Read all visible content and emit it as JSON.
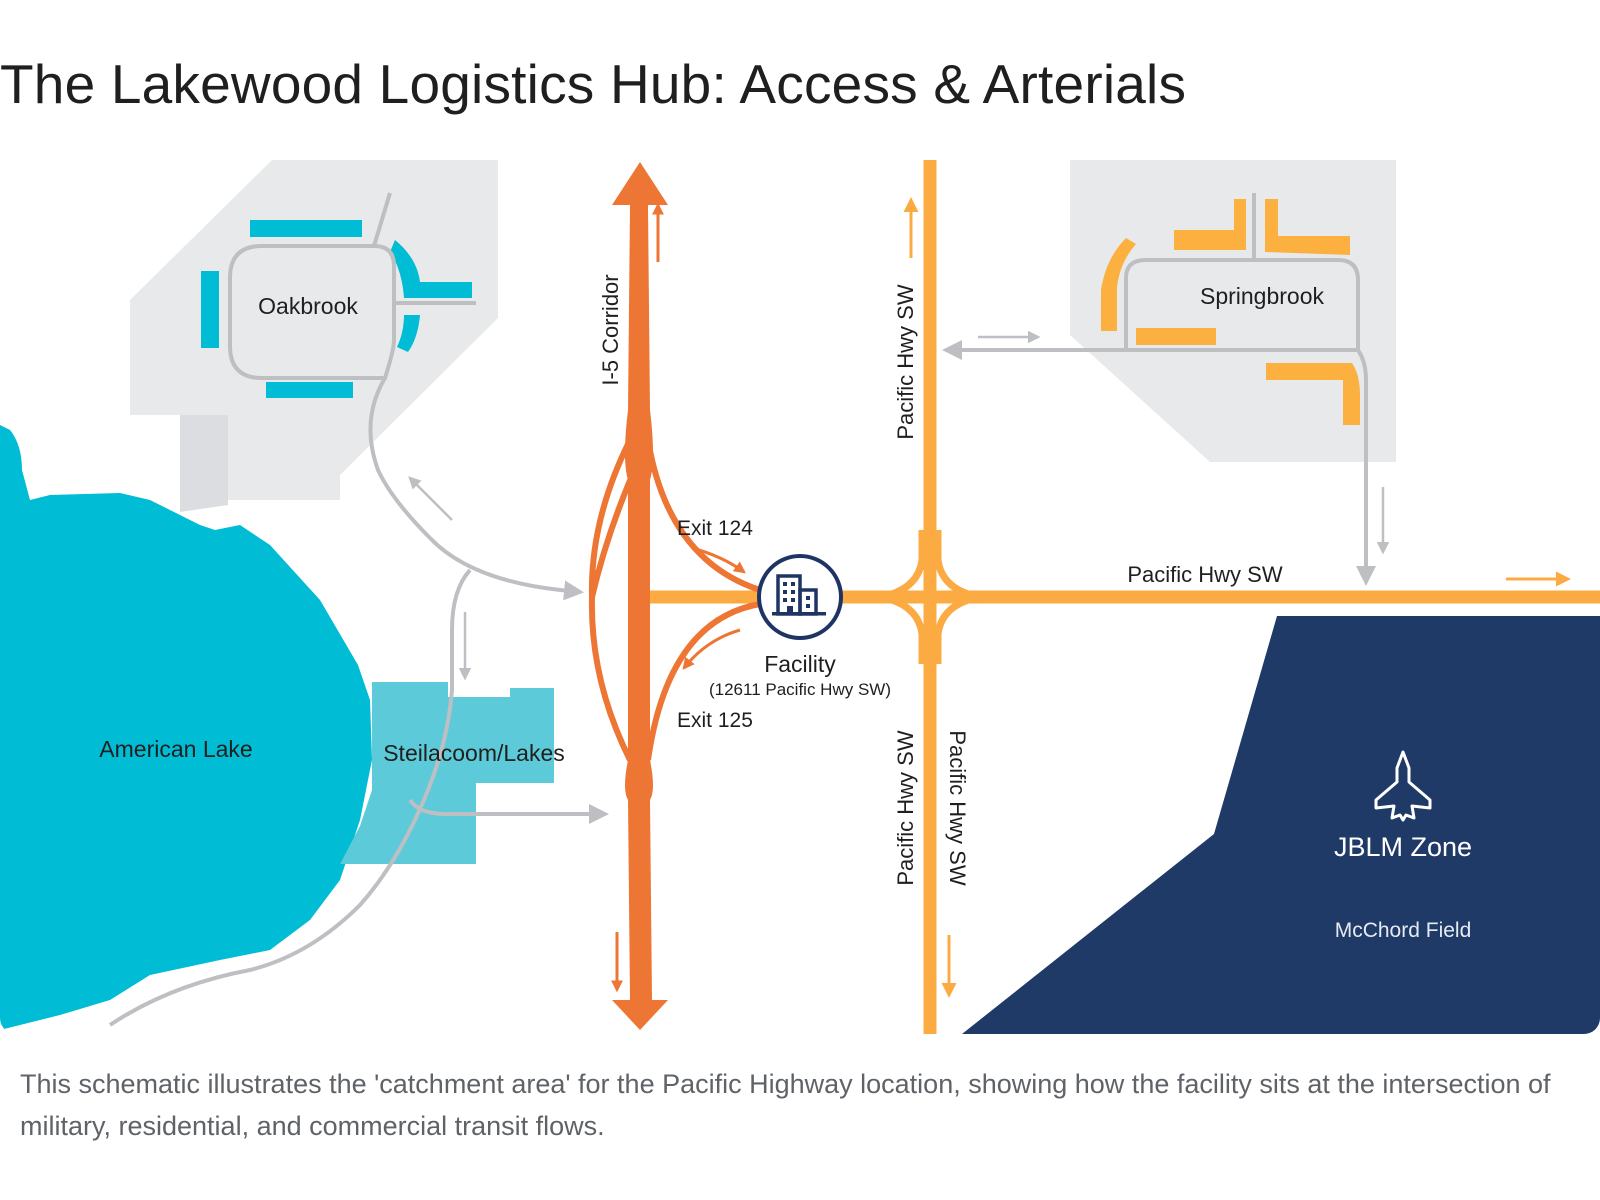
{
  "title": "The Lakewood Logistics Hub: Access & Arterials",
  "colors": {
    "interstate": "#ee7634",
    "arterial": "#fbab42",
    "lake": "#00bcd4",
    "lakes_district": "#5ccad8",
    "residential_zone": "#e8e9ea",
    "oakbrook_buildings": "#00bcd4",
    "springbrook_buildings": "#fbb040",
    "local_road": "#bdbfc3",
    "military_zone": "#1f3a66",
    "facility_ring": "#1e3564"
  },
  "map": {
    "zones": {
      "oakbrook": "Oakbrook",
      "springbrook": "Springbrook",
      "american_lake": "American Lake",
      "steilacoom": "Steilacoom/Lakes",
      "jblm": "JBLM Zone",
      "jblm_sub": "McChord Field"
    },
    "roads": {
      "i5": "I-5 Corridor",
      "pacific_north": "Pacific Hwy SW",
      "pacific_east": "Pacific Hwy SW",
      "pacific_south_left": "Pacific Hwy SW",
      "pacific_south_right": "Pacific Hwy SW"
    },
    "exits": {
      "exit_north": "Exit 124",
      "exit_south": "Exit 125"
    },
    "facility": {
      "name": "Facility",
      "address": "(12611 Pacific Hwy SW)",
      "icon": "office-building-icon"
    },
    "military_icon": "fighter-jet-icon"
  },
  "caption": "This schematic illustrates the 'catchment area' for the Pacific Highway location, showing how the facility sits at the intersection of military, residential, and commercial transit flows."
}
